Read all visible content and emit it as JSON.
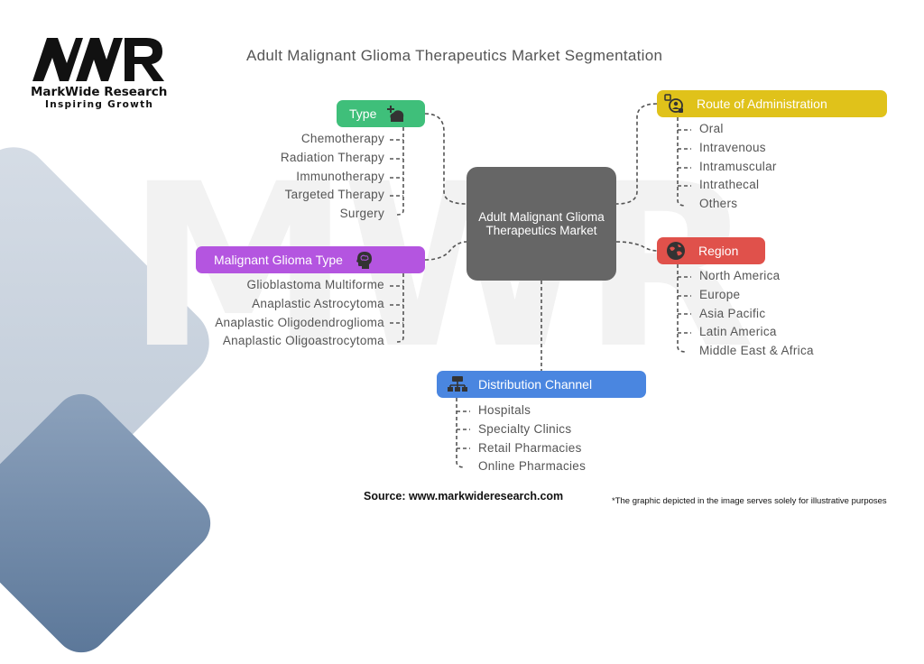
{
  "brand": {
    "logo_mark": "MWR",
    "name": "MarkWide Research",
    "tagline": "Inspiring Growth",
    "watermark": "MWR"
  },
  "title": "Adult Malignant Glioma Therapeutics Market Segmentation",
  "center_node": {
    "label": "Adult Malignant Glioma Therapeutics Market",
    "color": "#666666"
  },
  "segments": {
    "type": {
      "label": "Type",
      "icon": "patient-care-icon",
      "color": "#3fbf7a",
      "items": [
        "Chemotherapy",
        "Radiation Therapy",
        "Immunotherapy",
        "Targeted Therapy",
        "Surgery"
      ]
    },
    "malignant_glioma_type": {
      "label": "Malignant Glioma Type",
      "icon": "brain-head-icon",
      "color": "#b455e0",
      "items": [
        "Glioblastoma Multiforme",
        "Anaplastic Astrocytoma",
        "Anaplastic Oligodendroglioma",
        "Anaplastic Oligoastrocytoma"
      ]
    },
    "route_of_administration": {
      "label": "Route of Administration",
      "icon": "user-exchange-icon",
      "color": "#e0c21a",
      "items": [
        "Oral",
        "Intravenous",
        "Intramuscular",
        "Intrathecal",
        "Others"
      ]
    },
    "region": {
      "label": "Region",
      "icon": "globe-icon",
      "color": "#e0514b",
      "items": [
        "North America",
        "Europe",
        "Asia Pacific",
        "Latin America",
        "Middle East & Africa"
      ]
    },
    "distribution_channel": {
      "label": "Distribution Channel",
      "icon": "network-icon",
      "color": "#4a86e0",
      "items": [
        "Hospitals",
        "Specialty Clinics",
        "Retail Pharmacies",
        "Online Pharmacies"
      ]
    }
  },
  "footer": {
    "source": "Source: www.markwideresearch.com",
    "disclaimer": "*The graphic depicted in the image serves solely for illustrative purposes"
  }
}
